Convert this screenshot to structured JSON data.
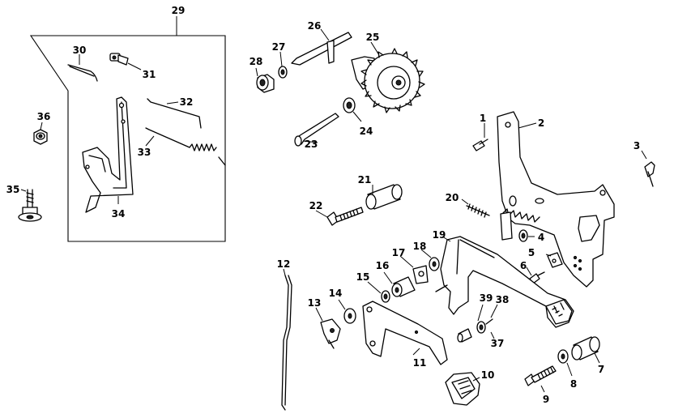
{
  "callouts": {
    "c1": "1",
    "c2": "2",
    "c3": "3",
    "c4": "4",
    "c5": "5",
    "c6": "6",
    "c7": "7",
    "c8": "8",
    "c9": "9",
    "c10": "10",
    "c11": "11",
    "c12": "12",
    "c13": "13",
    "c14": "14",
    "c15": "15",
    "c16": "16",
    "c17": "17",
    "c18": "18",
    "c19": "19",
    "c20": "20",
    "c21": "21",
    "c22": "22",
    "c23": "23",
    "c24": "24",
    "c25": "25",
    "c26": "26",
    "c27": "27",
    "c28": "28",
    "c29": "29",
    "c30": "30",
    "c31": "31",
    "c32": "32",
    "c33": "33",
    "c34": "34",
    "c35": "35",
    "c36": "36",
    "c37": "37",
    "c38": "38",
    "c39": "39"
  }
}
